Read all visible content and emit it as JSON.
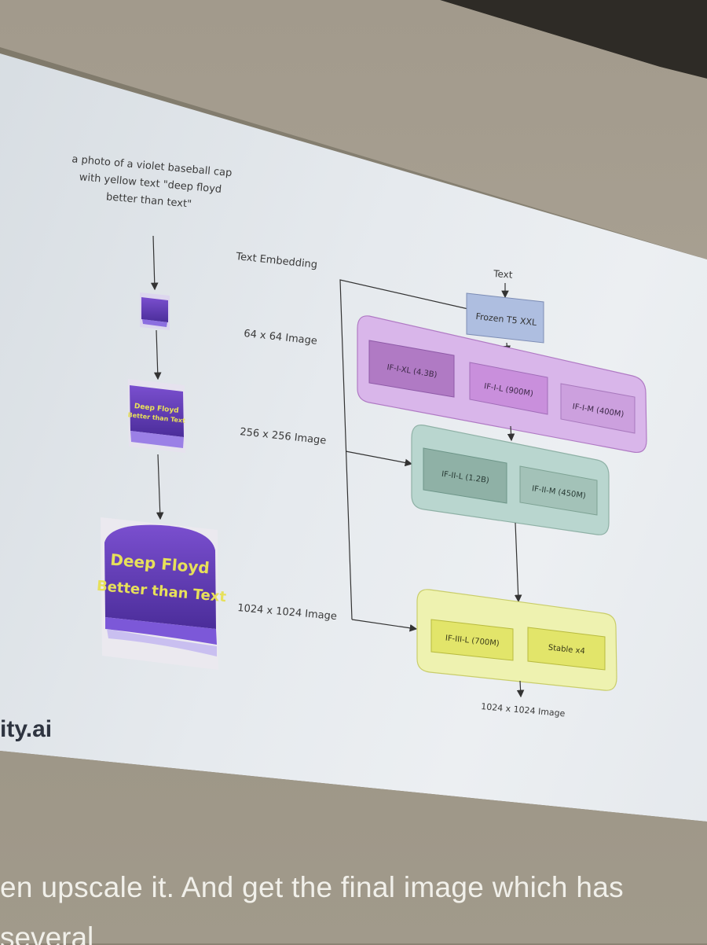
{
  "slide": {
    "prompt_lines": [
      "a photo of a violet baseball cap",
      "with yellow text \"deep floyd",
      "better than text\""
    ],
    "labels": {
      "text_embedding": "Text Embedding",
      "img64": "64 x 64 Image",
      "img256": "256 x 256 Image",
      "img1024": "1024 x 1024 Image",
      "text_input": "Text",
      "output": "1024 x 1024 Image"
    },
    "encoder": "Frozen T5 XXL",
    "stage1": [
      "IF-I-XL (4.3B)",
      "IF-I-L (900M)",
      "IF-I-M (400M)"
    ],
    "stage2": [
      "IF-II-L (1.2B)",
      "IF-II-M (450M)"
    ],
    "stage3": [
      "IF-III-L (700M)",
      "Stable x4"
    ],
    "cap_text_medium": [
      "Deep Floyd",
      "Better than Text"
    ],
    "cap_text_large": [
      "Deep Floyd",
      "Better than Text"
    ],
    "brand_fragment": "ity.ai"
  },
  "caption": {
    "line1": "en upscale it. And get the final image which has",
    "line2": "several"
  },
  "colors": {
    "stage1_fill": "#d9b6ea",
    "stage1_box": "#b07ac4",
    "stage2_fill": "#b9d6cf",
    "stage2_box": "#8fb1a6",
    "stage3_fill": "#eef2b0",
    "stage3_box": "#e2e56a",
    "encoder_fill": "#aebee0",
    "cap_purple": "#6b3fb8",
    "cap_text": "#e7e05a"
  }
}
